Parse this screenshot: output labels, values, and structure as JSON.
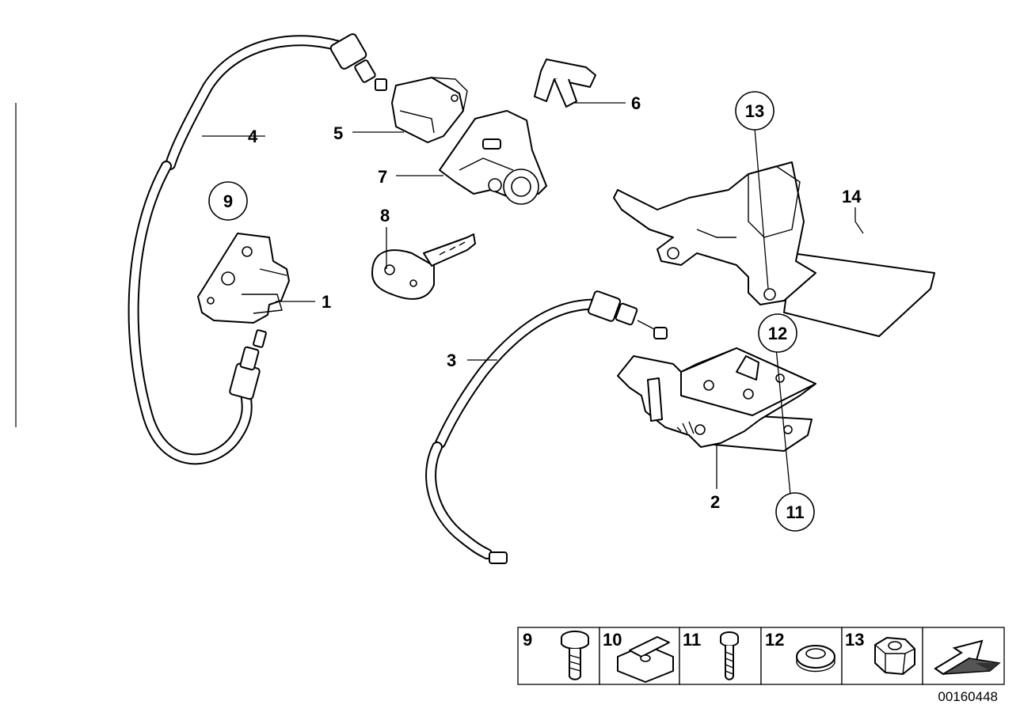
{
  "callouts": {
    "c1": "1",
    "c2": "2",
    "c3": "3",
    "c4": "4",
    "c5": "5",
    "c6": "6",
    "c7": "7",
    "c8": "8",
    "c9": "9",
    "c11": "11",
    "c12": "12",
    "c13": "13",
    "c14": "14"
  },
  "legend": {
    "items": [
      {
        "number": "9",
        "icon": "bolt-icon"
      },
      {
        "number": "10",
        "icon": "clip-nut-icon"
      },
      {
        "number": "11",
        "icon": "screw-icon"
      },
      {
        "number": "12",
        "icon": "washer-icon"
      },
      {
        "number": "13",
        "icon": "hex-nut-icon"
      }
    ],
    "arrow_icon": "direction-arrow-icon"
  },
  "diagram_id": "00160448"
}
